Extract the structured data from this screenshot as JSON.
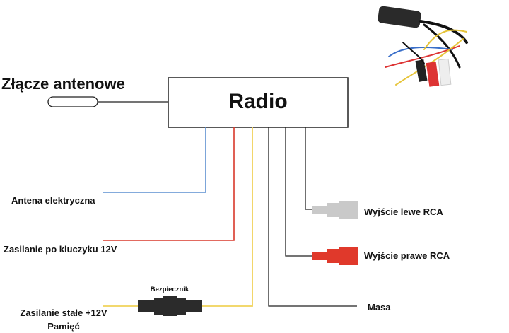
{
  "antenna_connector": {
    "label": "Złącze antenowe"
  },
  "radio": {
    "label": "Radio"
  },
  "wires": {
    "electric_antenna": {
      "label": "Antena elektryczna",
      "color": "#5b8fd0"
    },
    "ignition_power": {
      "label": "Zasilanie po kluczyku 12V",
      "color": "#d8392b"
    },
    "constant_power": {
      "label_line1": "Zasilanie stałe +12V",
      "label_line2": "Pamięć",
      "color": "#f0d25a"
    },
    "fuse": {
      "label": "Bezpiecznik",
      "color": "#2b2b2b"
    },
    "left_rca": {
      "label": "Wyjście lewe RCA",
      "color": "#c9c9c9"
    },
    "right_rca": {
      "label": "Wyjście prawe RCA",
      "color": "#e0392b"
    },
    "ground": {
      "label": "Masa",
      "color": "#111111"
    }
  },
  "photo": {
    "icon": "harness-photo-icon"
  }
}
